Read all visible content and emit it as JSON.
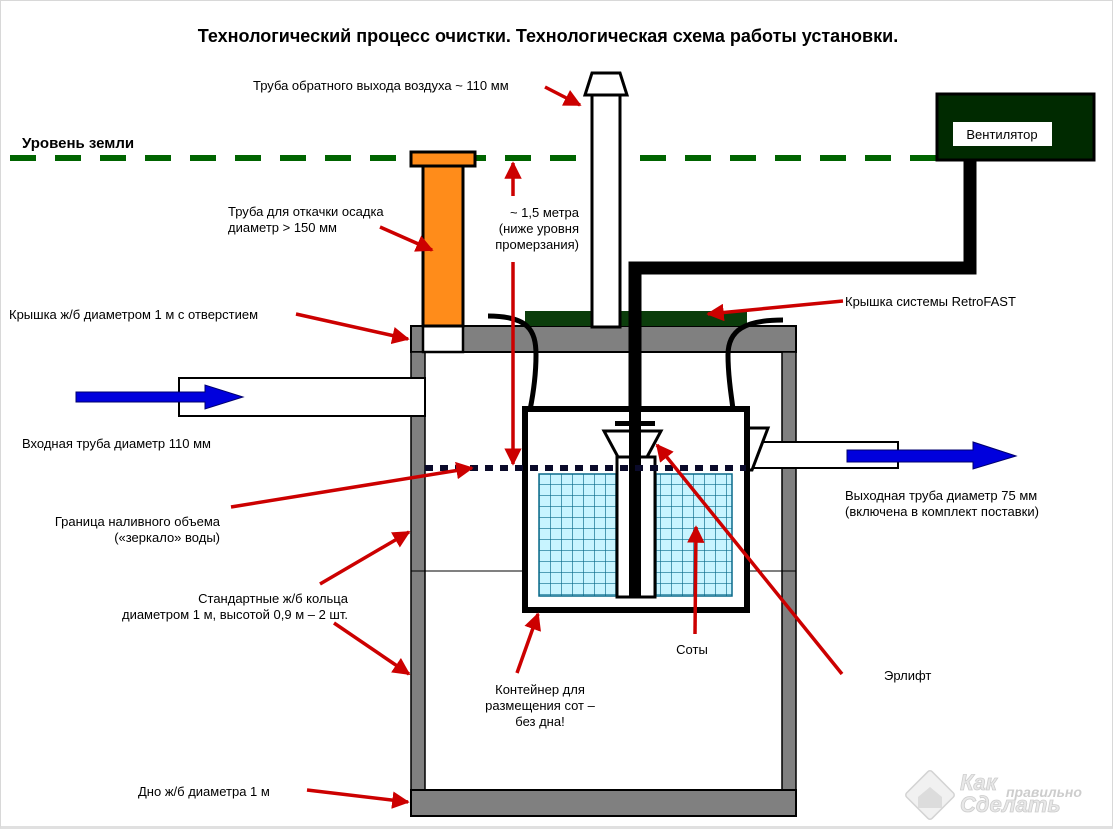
{
  "title": "Технологический процесс очистки. Технологическая схема работы установки.",
  "ground_level_label": "Уровень земли",
  "labels": {
    "air_return_pipe": "Труба обратного выхода воздуха ~ 110 мм",
    "sludge_pipe_line1": "Труба для откачки осадка",
    "sludge_pipe_line2": "диаметр > 150 мм",
    "depth_line1": "~ 1,5 метра",
    "depth_line2": "(ниже уровня",
    "depth_line3": "промерзания)",
    "fan": "Вентилятор",
    "lid_concrete": "Крышка ж/б диаметром 1  м    с отверстием",
    "lid_retrofast": "Крышка системы RetroFAST",
    "inlet_pipe": "Входная труба диаметр 110 мм",
    "outlet_pipe_line1": "Выходная труба диаметр 75 мм",
    "outlet_pipe_line2": "(включена в комплект поставки)",
    "water_level_line1": "Граница наливного объема",
    "water_level_line2": "(«зеркало» воды)",
    "rings_line1": "Стандартные ж/б кольца",
    "rings_line2": "диаметром 1  м,    высотой 0,9 м – 2 шт.",
    "container_line1": "Контейнер для",
    "container_line2": "размещения сот –",
    "container_line3": "без дна!",
    "honeycomb": "Соты",
    "airlift": "Эрлифт",
    "bottom": "Дно ж/б диаметра 1  м"
  },
  "watermark": {
    "line1": "Как",
    "line2": "правильно",
    "line3": "Сделать"
  },
  "colors": {
    "ground_line": "#006400",
    "fan_box": "#002a00",
    "retrofast_lid": "#0b3d0b",
    "sludge_pipe": "#ff8c1a",
    "concrete": "#808080",
    "flow_arrow": "#0000dd",
    "callout_arrow": "#cc0000",
    "honeycomb_fill": "#c8f4ff",
    "honeycomb_grid": "#0a6a8a",
    "water_level": "#0a0a2a"
  }
}
